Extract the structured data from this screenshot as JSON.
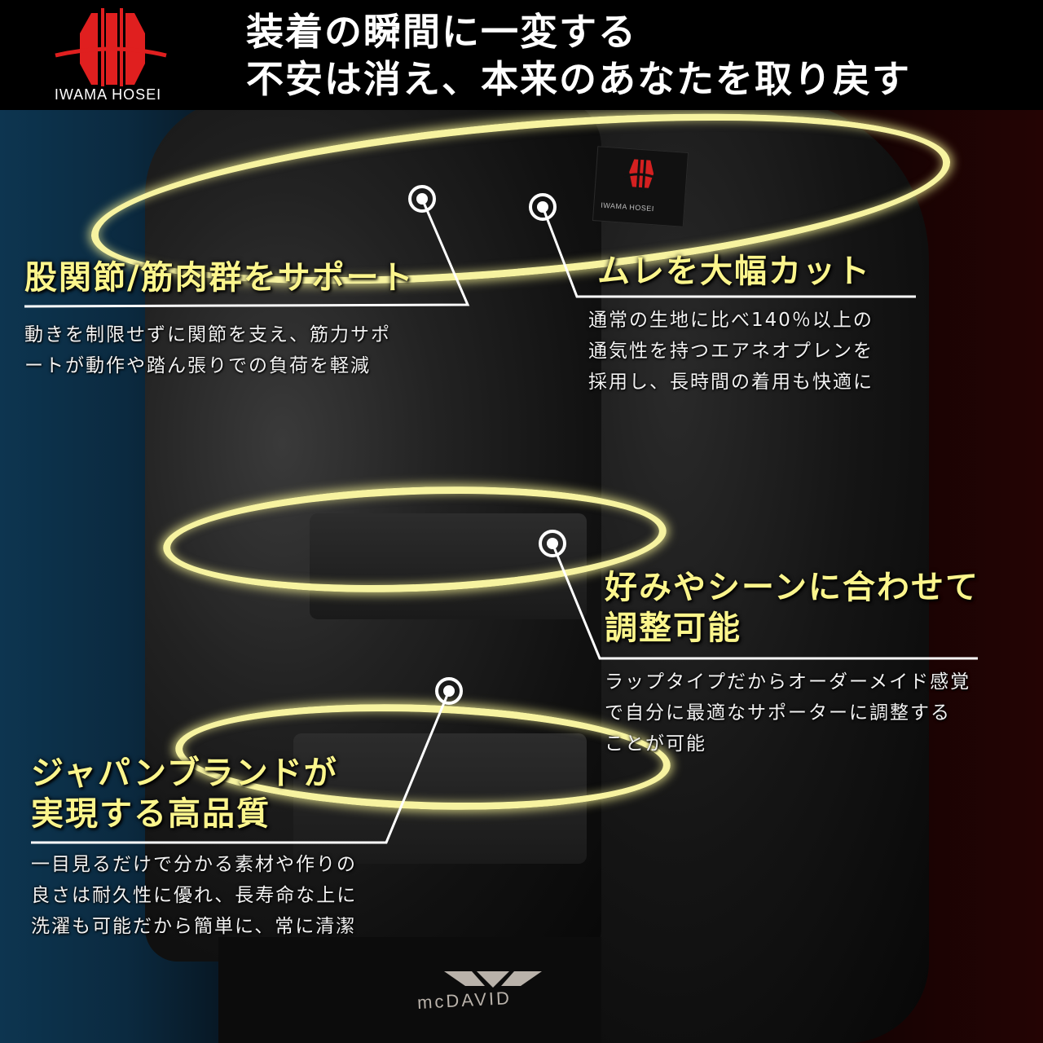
{
  "brand": {
    "name": "IWAMA HOSEI",
    "logo_color": "#e01f1f"
  },
  "headline": {
    "line1": "装着の瞬間に一変する",
    "line2": "不安は消え、本来のあなたを取り戻す"
  },
  "product_marks": {
    "patch_text": "IWAMA HOSEI",
    "mcdavid_text": "mcDAVID"
  },
  "accent_color": "#fbf58c",
  "features": [
    {
      "title_lines": [
        "股関節/筋肉群をサポート"
      ],
      "desc_lines": [
        "動きを制限せずに関節を支え、筋力サポ",
        "ートが動作や踏ん張りでの負荷を軽減"
      ]
    },
    {
      "title_lines": [
        "ムレを大幅カット"
      ],
      "desc_lines": [
        "通常の生地に比べ140％以上の",
        "通気性を持つエアネオプレンを",
        "採用し、長時間の着用も快適に"
      ]
    },
    {
      "title_lines": [
        "好みやシーンに合わせて",
        "調整可能"
      ],
      "desc_lines": [
        "ラップタイプだからオーダーメイド感覚",
        "で自分に最適なサポーターに調整する",
        "ことが可能"
      ]
    },
    {
      "title_lines": [
        "ジャパンブランドが",
        "実現する高品質"
      ],
      "desc_lines": [
        "一目見るだけで分かる素材や作りの",
        "良さは耐久性に優れ、長寿命な上に",
        "洗濯も可能だから簡単に、常に清潔"
      ]
    }
  ]
}
